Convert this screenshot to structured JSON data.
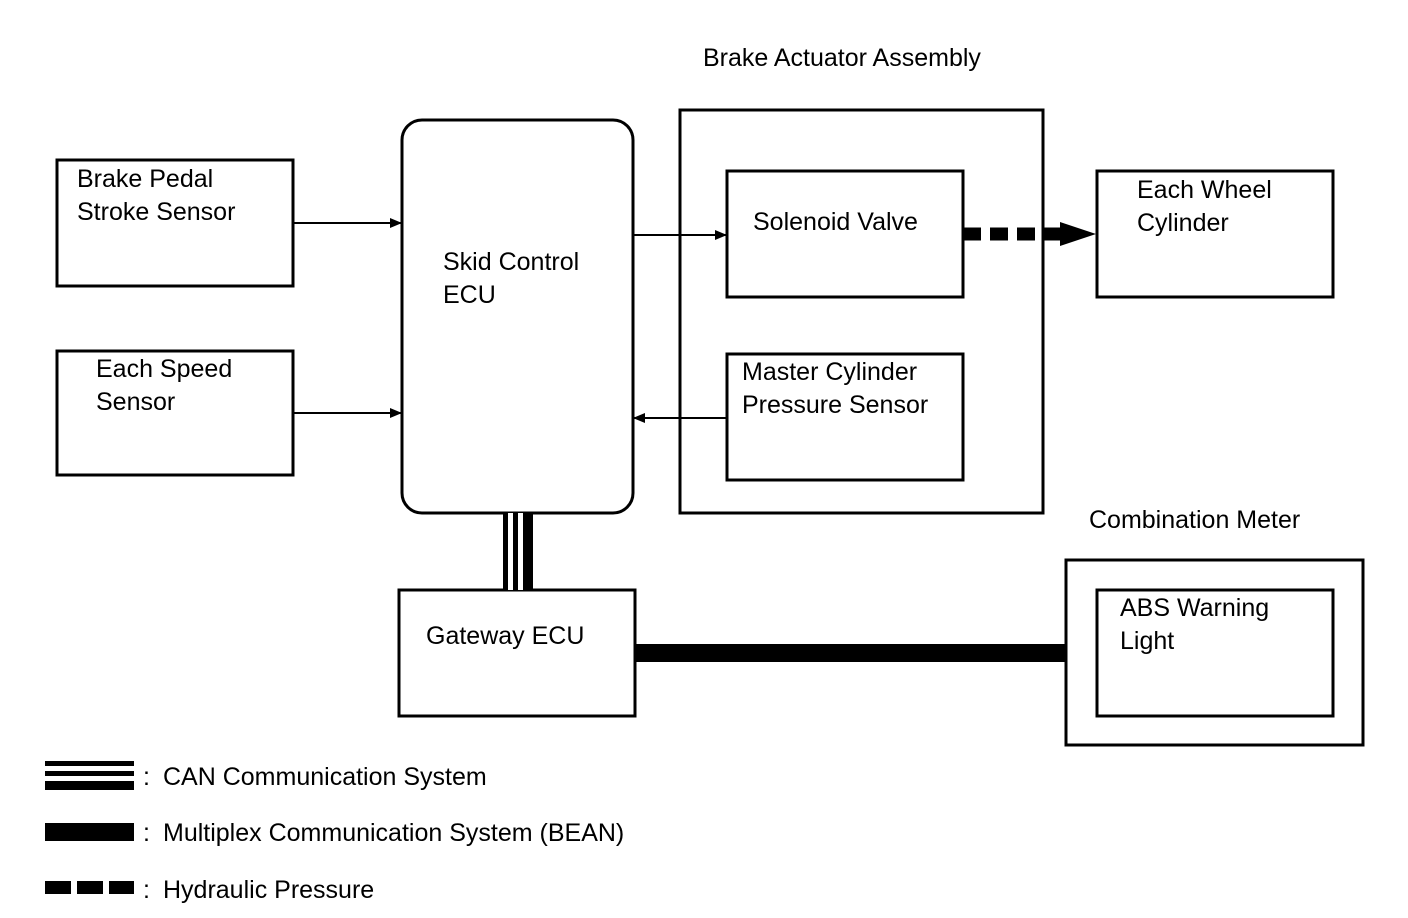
{
  "groups": {
    "brake_actuator": "Brake Actuator Assembly",
    "combination_meter": "Combination Meter"
  },
  "blocks": {
    "brake_pedal": [
      "Brake Pedal",
      "Stroke Sensor"
    ],
    "speed_sensor": [
      "Each Speed",
      "Sensor"
    ],
    "skid_ecu": [
      "Skid Control",
      "ECU"
    ],
    "solenoid": [
      "Solenoid Valve"
    ],
    "master_cyl": [
      "Master Cylinder",
      "Pressure Sensor"
    ],
    "wheel_cyl": [
      "Each Wheel",
      "Cylinder"
    ],
    "gateway": [
      "Gateway ECU"
    ],
    "abs_light": [
      "ABS Warning",
      "Light"
    ]
  },
  "legend": {
    "separator": ":",
    "can": "CAN Communication System",
    "bean": "Multiplex Communication System (BEAN)",
    "hydraulic": "Hydraulic Pressure"
  }
}
